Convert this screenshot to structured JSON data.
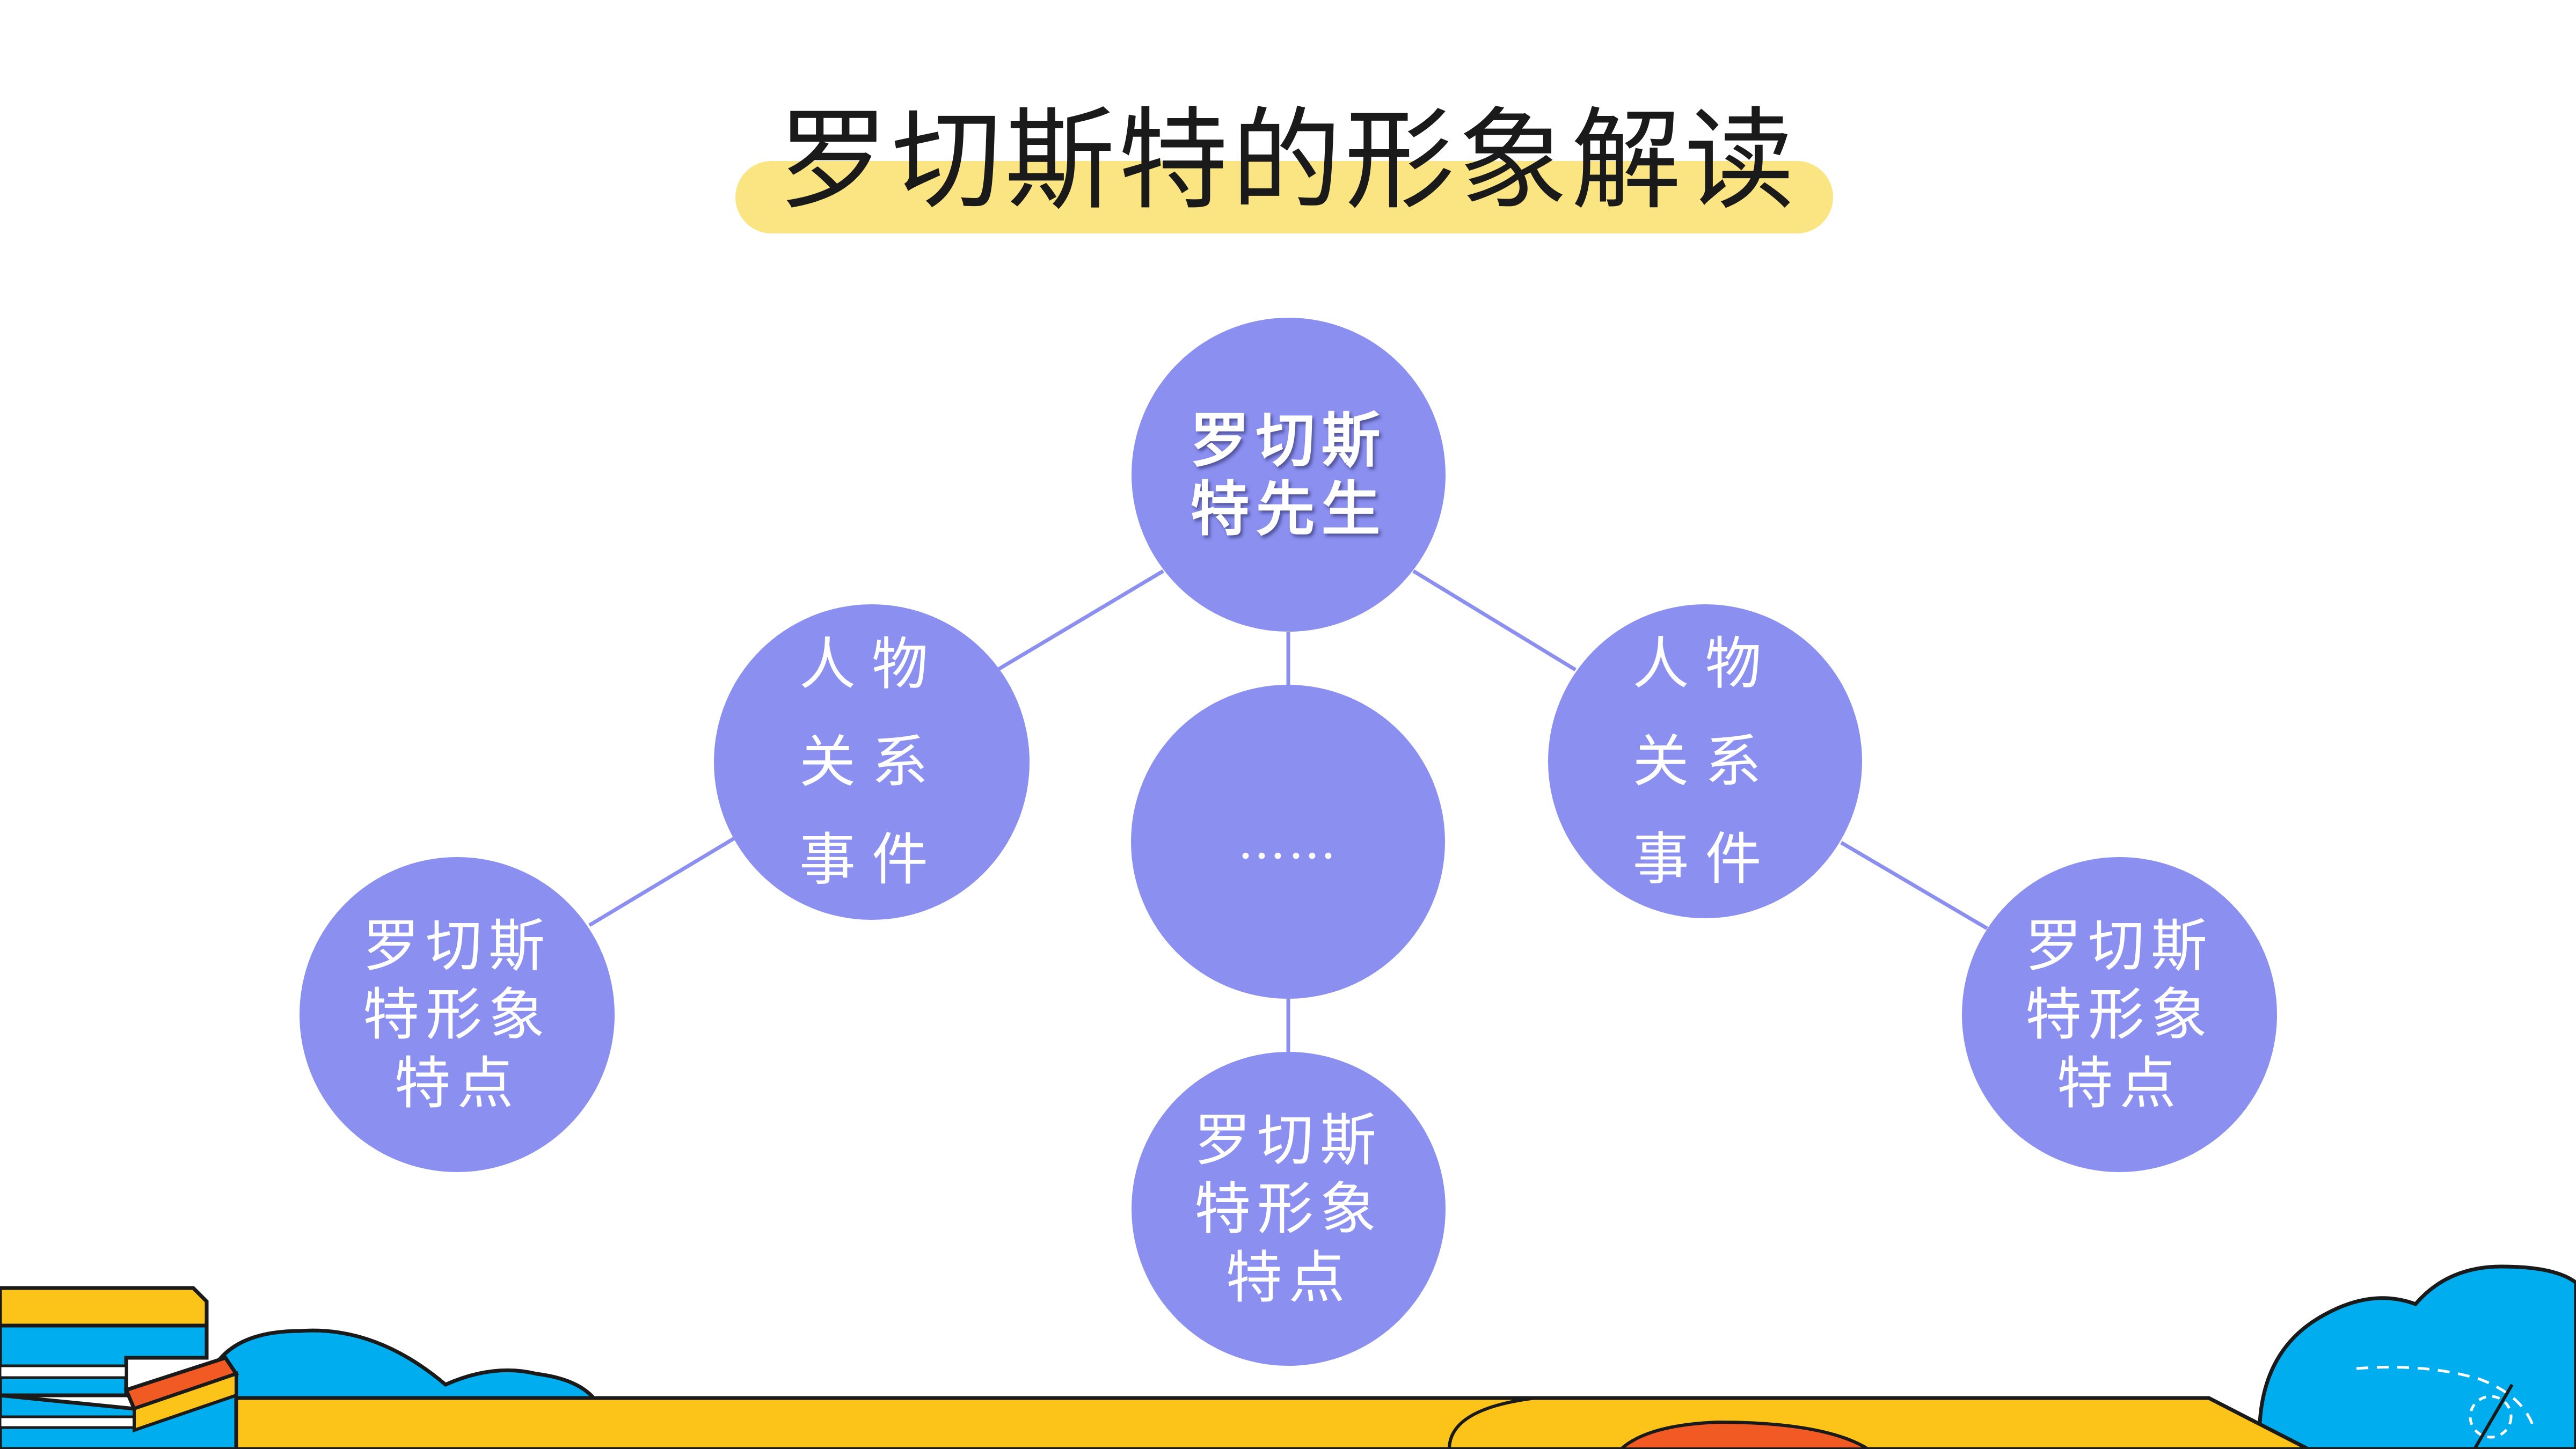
{
  "title": "罗切斯特的形象解读",
  "nodes": {
    "root": "罗切斯\n特先生",
    "mid_left": "人物\n关系\n事件",
    "mid_right": "人物\n关系\n事件",
    "center": "……",
    "leaf_left": "罗切斯\n特形象\n特点",
    "leaf_center": "罗切斯\n特形象\n特点",
    "leaf_right": "罗切斯\n特形象\n特点"
  },
  "colors": {
    "node_fill": "#8a8ff0",
    "connector": "#8a8ff0",
    "title_highlight": "#fbe582",
    "decor_yellow": "#fcc419",
    "decor_blue": "#00aef0",
    "decor_orange": "#f15a22"
  }
}
